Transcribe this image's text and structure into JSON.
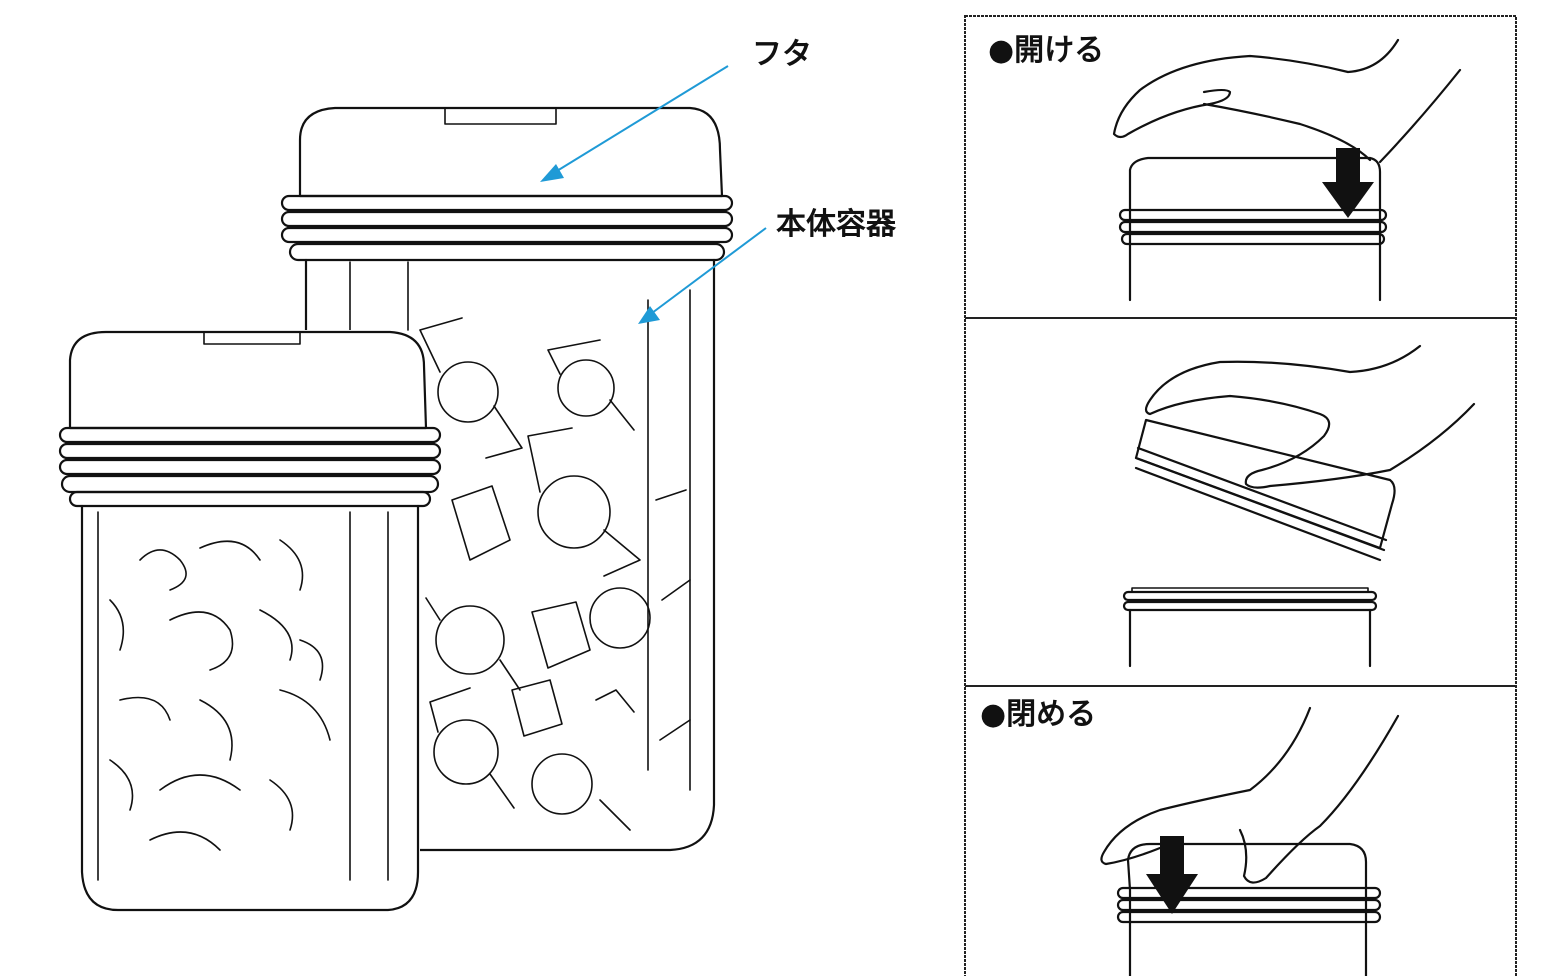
{
  "labels": {
    "lid": "フタ",
    "body": "本体容器"
  },
  "steps": {
    "open_title": "●開ける",
    "close_title": "●閉める"
  },
  "colors": {
    "callout_arrow": "#1f9ad6",
    "line_art": "#111111",
    "panel_border": "#222222",
    "background": "#ffffff"
  },
  "icons": {
    "press_arrow": "down-arrow-icon"
  }
}
